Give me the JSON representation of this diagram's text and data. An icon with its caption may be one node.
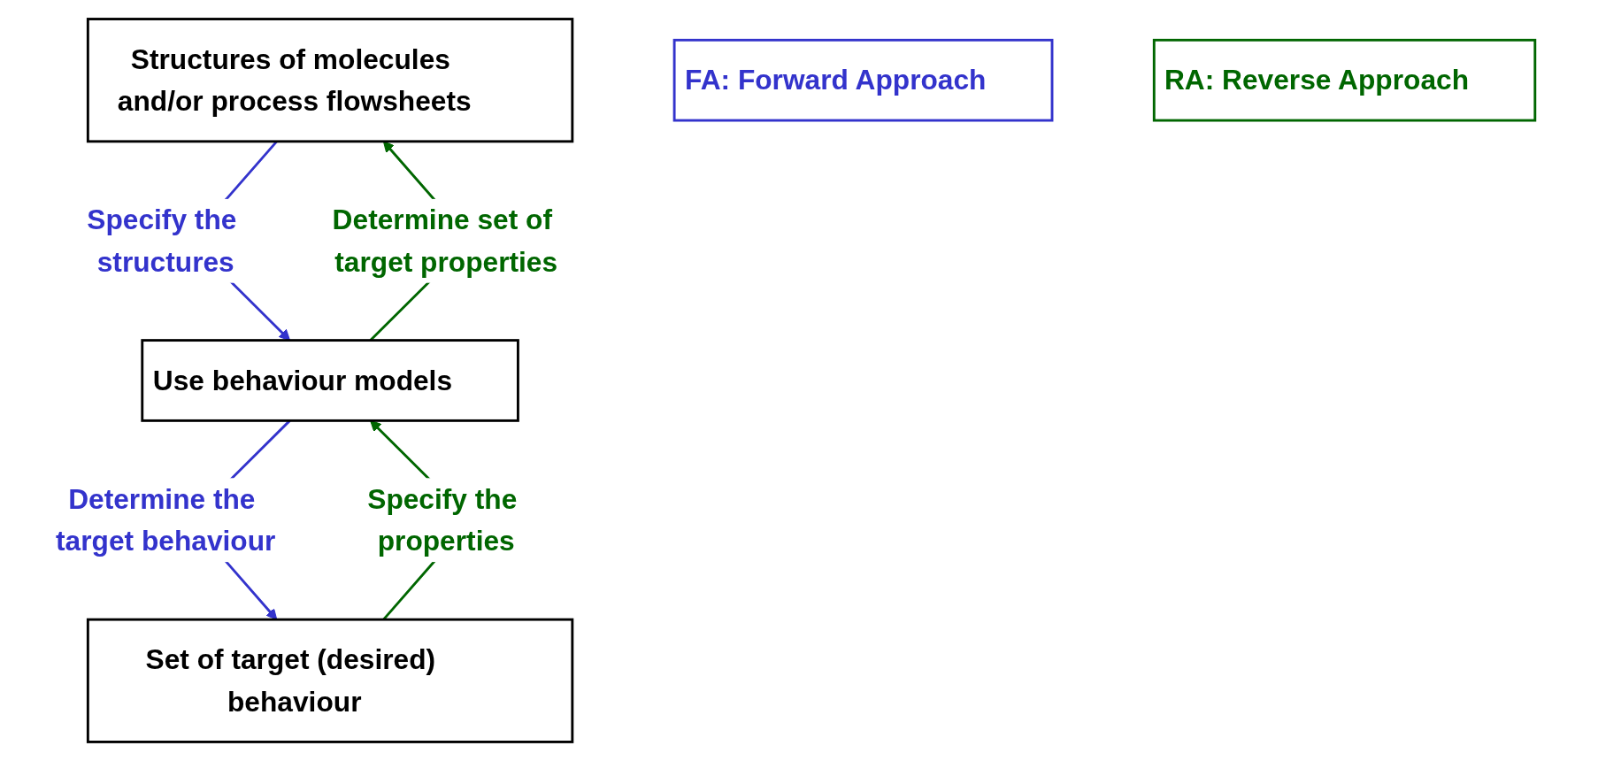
{
  "diagram": {
    "nodes": [
      {
        "text": [
          "Structures of molecules and/or process flowsheets"
        ]
      },
      {
        "text": [
          "Use behaviour models"
        ]
      },
      {
        "text": [
          "Set of target (desired) behaviour"
        ]
      },
      {
        "text": [
          "FA: Forward Approach"
        ]
      },
      {
        "text": [
          "RA: Reverse Approach"
        ]
      }
    ],
    "edges": [
      {
        "from": 0,
        "to": 1,
        "arrow": "to",
        "label": "Specify the structures",
        "color": "#3333cc"
      },
      {
        "from": 1,
        "to": 2,
        "arrow": "to",
        "label": "Determine the target behaviour",
        "color": "#3333cc"
      },
      {
        "from": 2,
        "to": 1,
        "arrow": "to",
        "label": "Specify the properties",
        "color": "#006600"
      },
      {
        "from": 1,
        "to": 0,
        "arrow": "to",
        "label": "Determine set of target properties",
        "color": "#006600"
      }
    ]
  }
}
